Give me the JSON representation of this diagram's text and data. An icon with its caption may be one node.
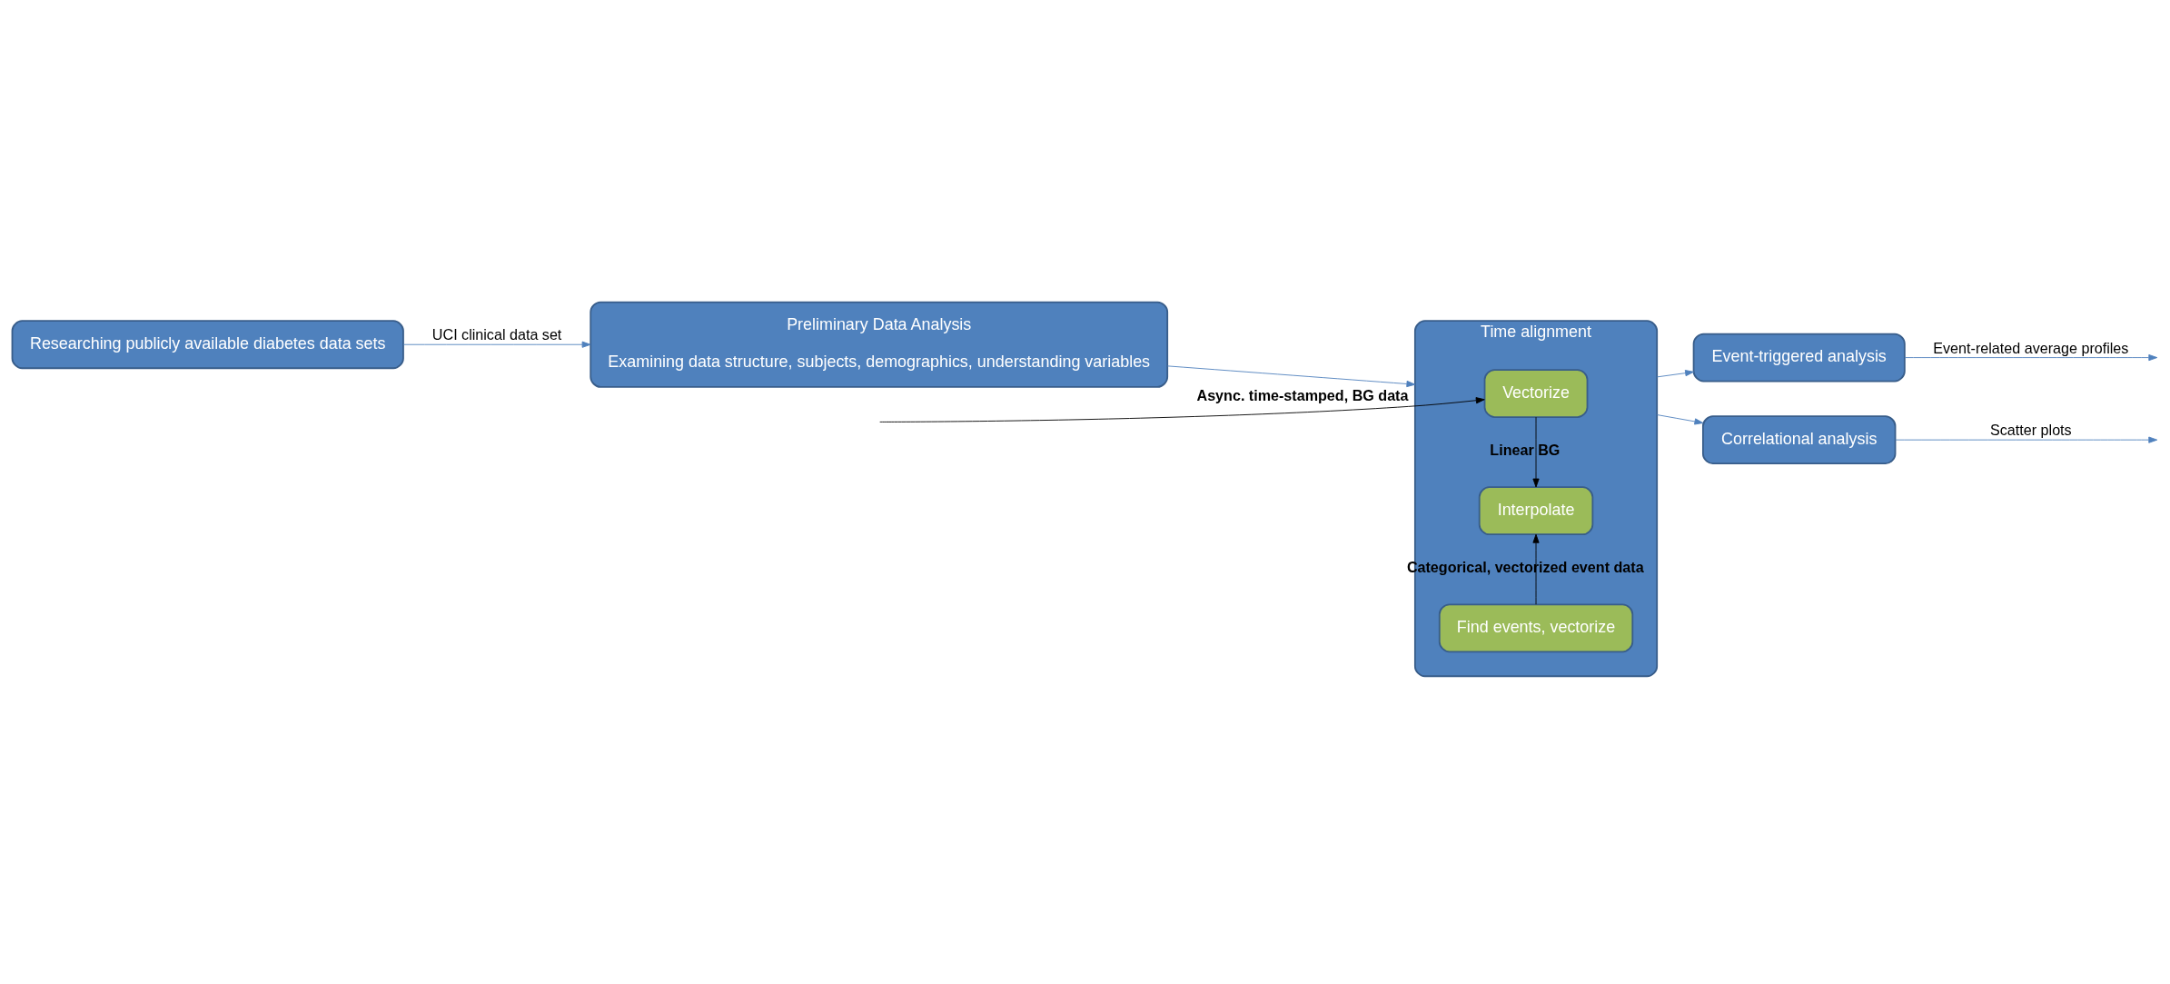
{
  "diagram": {
    "nodes": [
      {
        "text": [
          "Researching publicly available diabetes data sets"
        ]
      },
      {
        "text": [
          "Preliminary Data Analysis",
          "Examining data structure, subjects, demographics, understanding variables"
        ]
      },
      {
        "text": [
          "Time alignment"
        ]
      },
      {
        "text": [
          "Vectorize"
        ],
        "in": 2
      },
      {
        "text": [
          "Interpolate"
        ],
        "in": 2
      },
      {
        "text": [
          "Find events, vectorize"
        ],
        "in": 2
      },
      {
        "text": [
          "Event-triggered analysis"
        ]
      },
      {
        "text": [
          "Correlational analysis"
        ]
      }
    ],
    "edges": [
      {
        "from": 0,
        "to": 1,
        "arrow": "to",
        "label": "UCI clinical data set"
      },
      {
        "from": 1,
        "to": 2,
        "arrow": "to"
      },
      {
        "from": null,
        "to": 3,
        "arrow": "to",
        "label": "Async. time-stamped, BG data",
        "color": "#000000"
      },
      {
        "from": 3,
        "to": 4,
        "arrow": "to",
        "label": "Linear BG",
        "color": "#000000"
      },
      {
        "from": 5,
        "to": 4,
        "arrow": "to",
        "label": "Categorical, vectorized event data",
        "color": "#000000"
      },
      {
        "from": 2,
        "to": 6,
        "arrow": "to"
      },
      {
        "from": 2,
        "to": 7,
        "arrow": "to"
      },
      {
        "from": 6,
        "to": null,
        "arrow": "to",
        "label": "Event-related average profiles"
      },
      {
        "from": 7,
        "to": null,
        "arrow": "to",
        "label": "Scatter plots"
      }
    ]
  }
}
